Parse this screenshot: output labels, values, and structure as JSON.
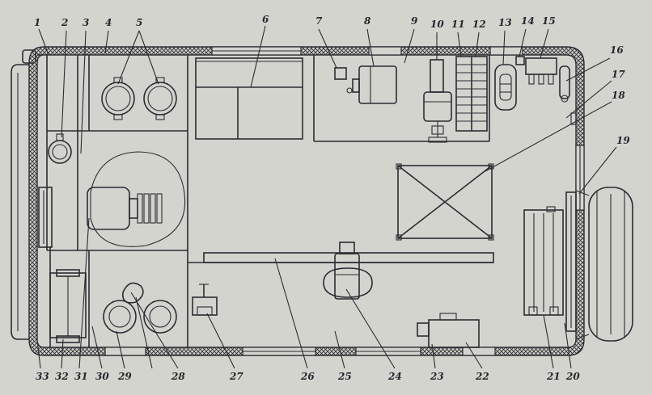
{
  "figure": {
    "callouts": [
      "1",
      "2",
      "3",
      "4",
      "5",
      "6",
      "7",
      "8",
      "9",
      "10",
      "11",
      "12",
      "13",
      "14",
      "15",
      "16",
      "17",
      "18",
      "19",
      "20",
      "21",
      "22",
      "23",
      "24",
      "25",
      "26",
      "27",
      "28",
      "29",
      "30",
      "31",
      "32",
      "33"
    ]
  }
}
